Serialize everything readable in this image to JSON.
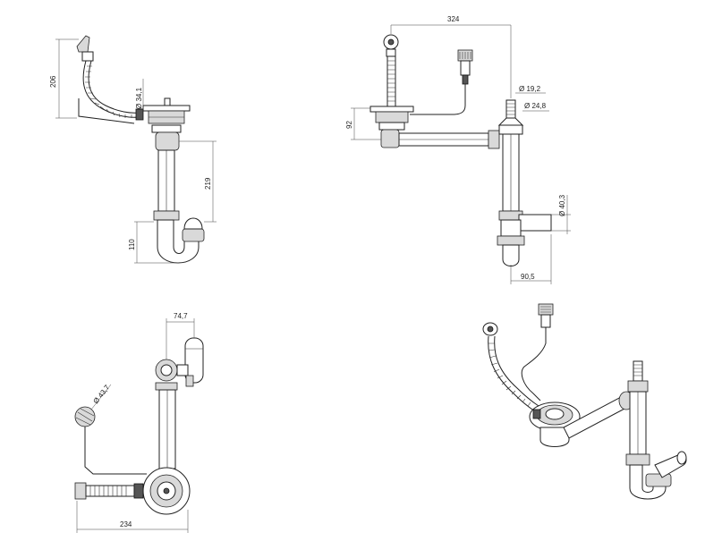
{
  "views": {
    "side": {
      "dims": [
        "206",
        "Ø 34,1",
        "219",
        "110"
      ]
    },
    "front": {
      "dims": [
        "324",
        "Ø 19,2",
        "Ø 24,8",
        "92",
        "Ø 40,3",
        "90,5"
      ]
    },
    "top": {
      "dims": [
        "74,7",
        "Ø 43,7",
        "234"
      ]
    },
    "iso": {
      "dims": []
    }
  },
  "colors": {
    "line": "#222222",
    "fill": "#d9d9d9",
    "background": "#ffffff"
  }
}
